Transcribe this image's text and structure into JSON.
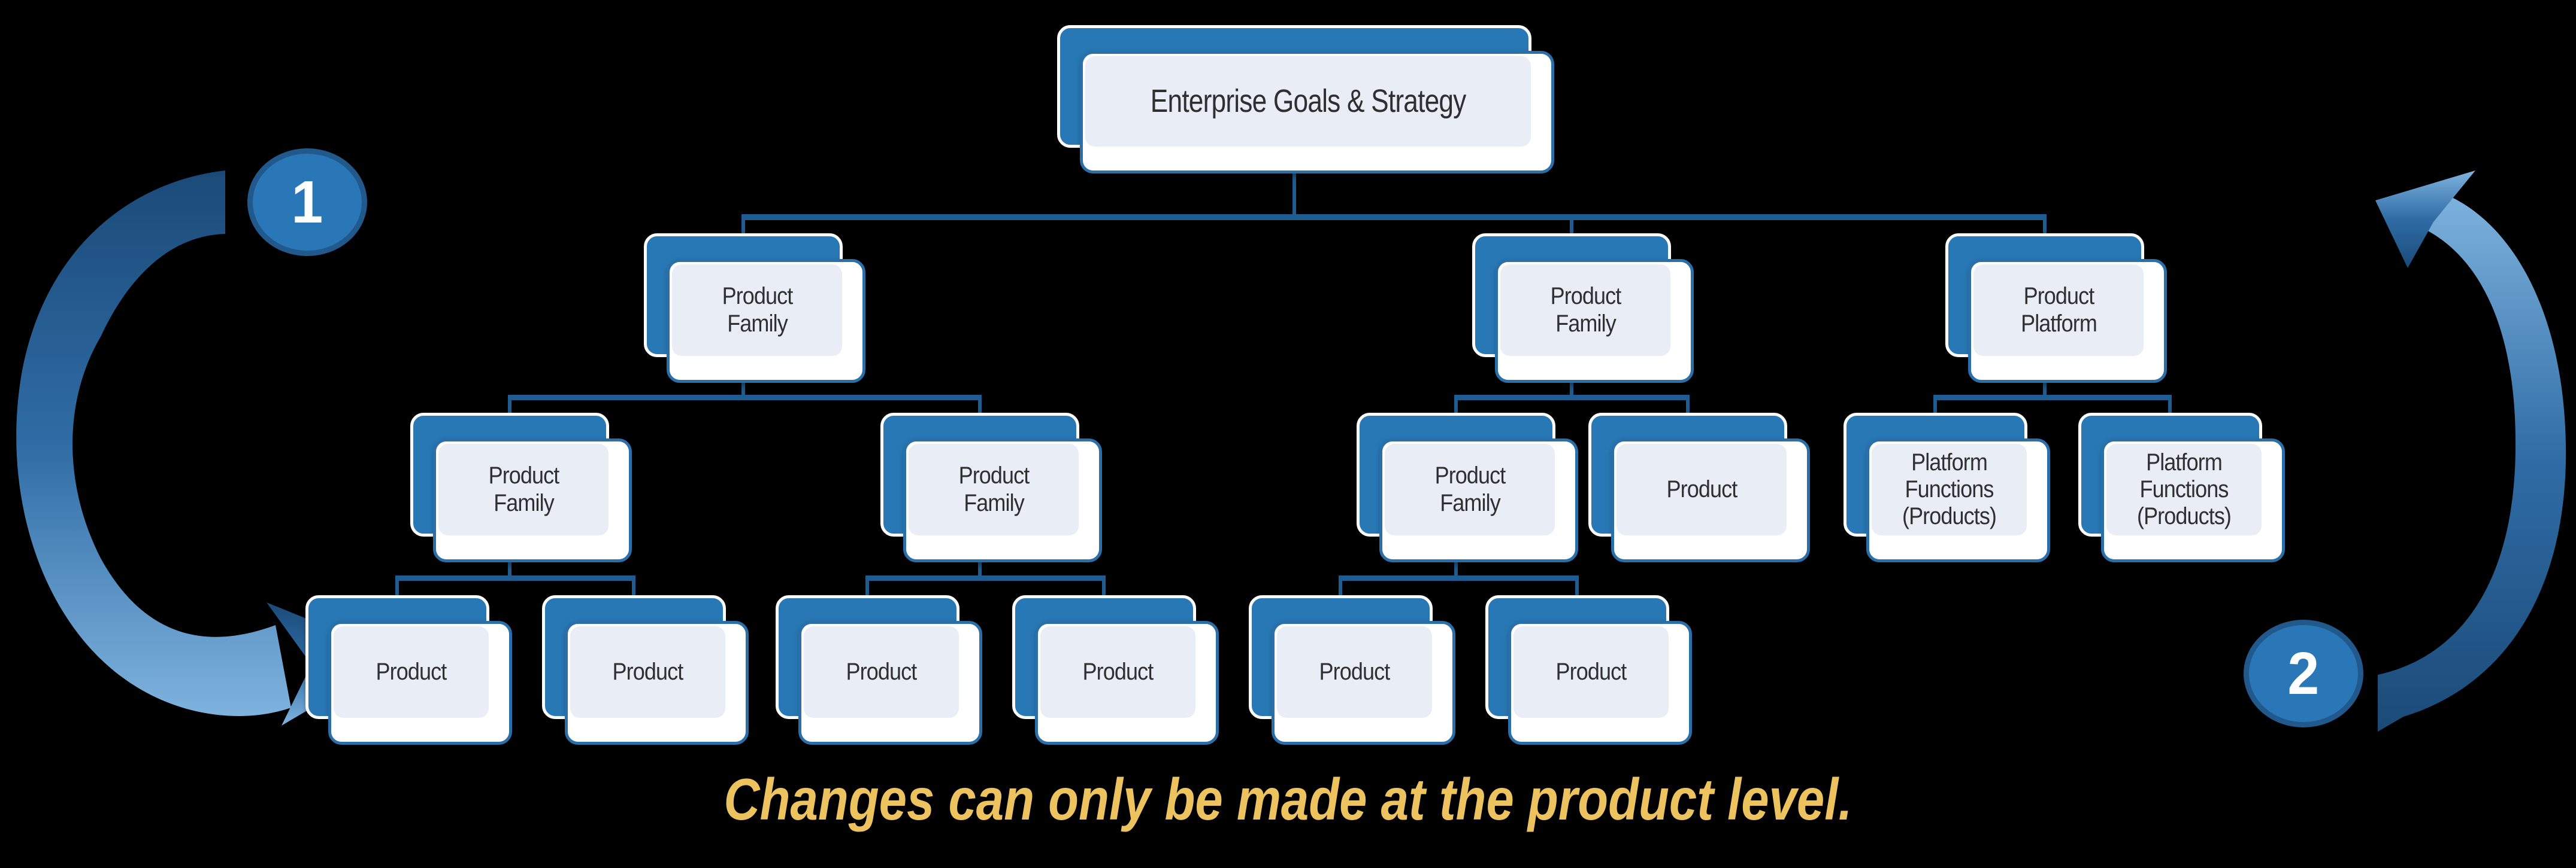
{
  "tree": {
    "root": {
      "label": "Enterprise Goals & Strategy"
    },
    "level2": [
      {
        "label": "Product Family"
      },
      {
        "label": "Product Family"
      },
      {
        "label": "Product Platform"
      }
    ],
    "level3": [
      {
        "label": "Product Family"
      },
      {
        "label": "Product Family"
      },
      {
        "label": "Product Family"
      },
      {
        "label": "Product"
      },
      {
        "label": "Platform Functions (Products)"
      },
      {
        "label": "Platform Functions (Products)"
      }
    ],
    "level4": [
      {
        "label": "Product"
      },
      {
        "label": "Product"
      },
      {
        "label": "Product"
      },
      {
        "label": "Product"
      },
      {
        "label": "Product"
      },
      {
        "label": "Product"
      }
    ]
  },
  "badges": [
    {
      "label": "1"
    },
    {
      "label": "2"
    }
  ],
  "caption": {
    "text": "Changes can only be made at the product level."
  },
  "icons": {
    "left_arrow": "curved-arrow-counterclockwise",
    "right_arrow": "curved-arrow-clockwise"
  },
  "colors": {
    "card_blue": "#2878b5",
    "card_border_blue": "#2b6fa9",
    "panel_light": "#e9eef6",
    "connector": "#1e5c91",
    "badge_fill": "#2a77b8",
    "badge_ring": "#22598c",
    "arrow_dark": "#1b4a78",
    "arrow_mid": "#2f6ca5",
    "arrow_light": "#7fb3de",
    "caption_gold": "#ecc35e",
    "background": "#000000",
    "label_text": "#2e2f31"
  }
}
